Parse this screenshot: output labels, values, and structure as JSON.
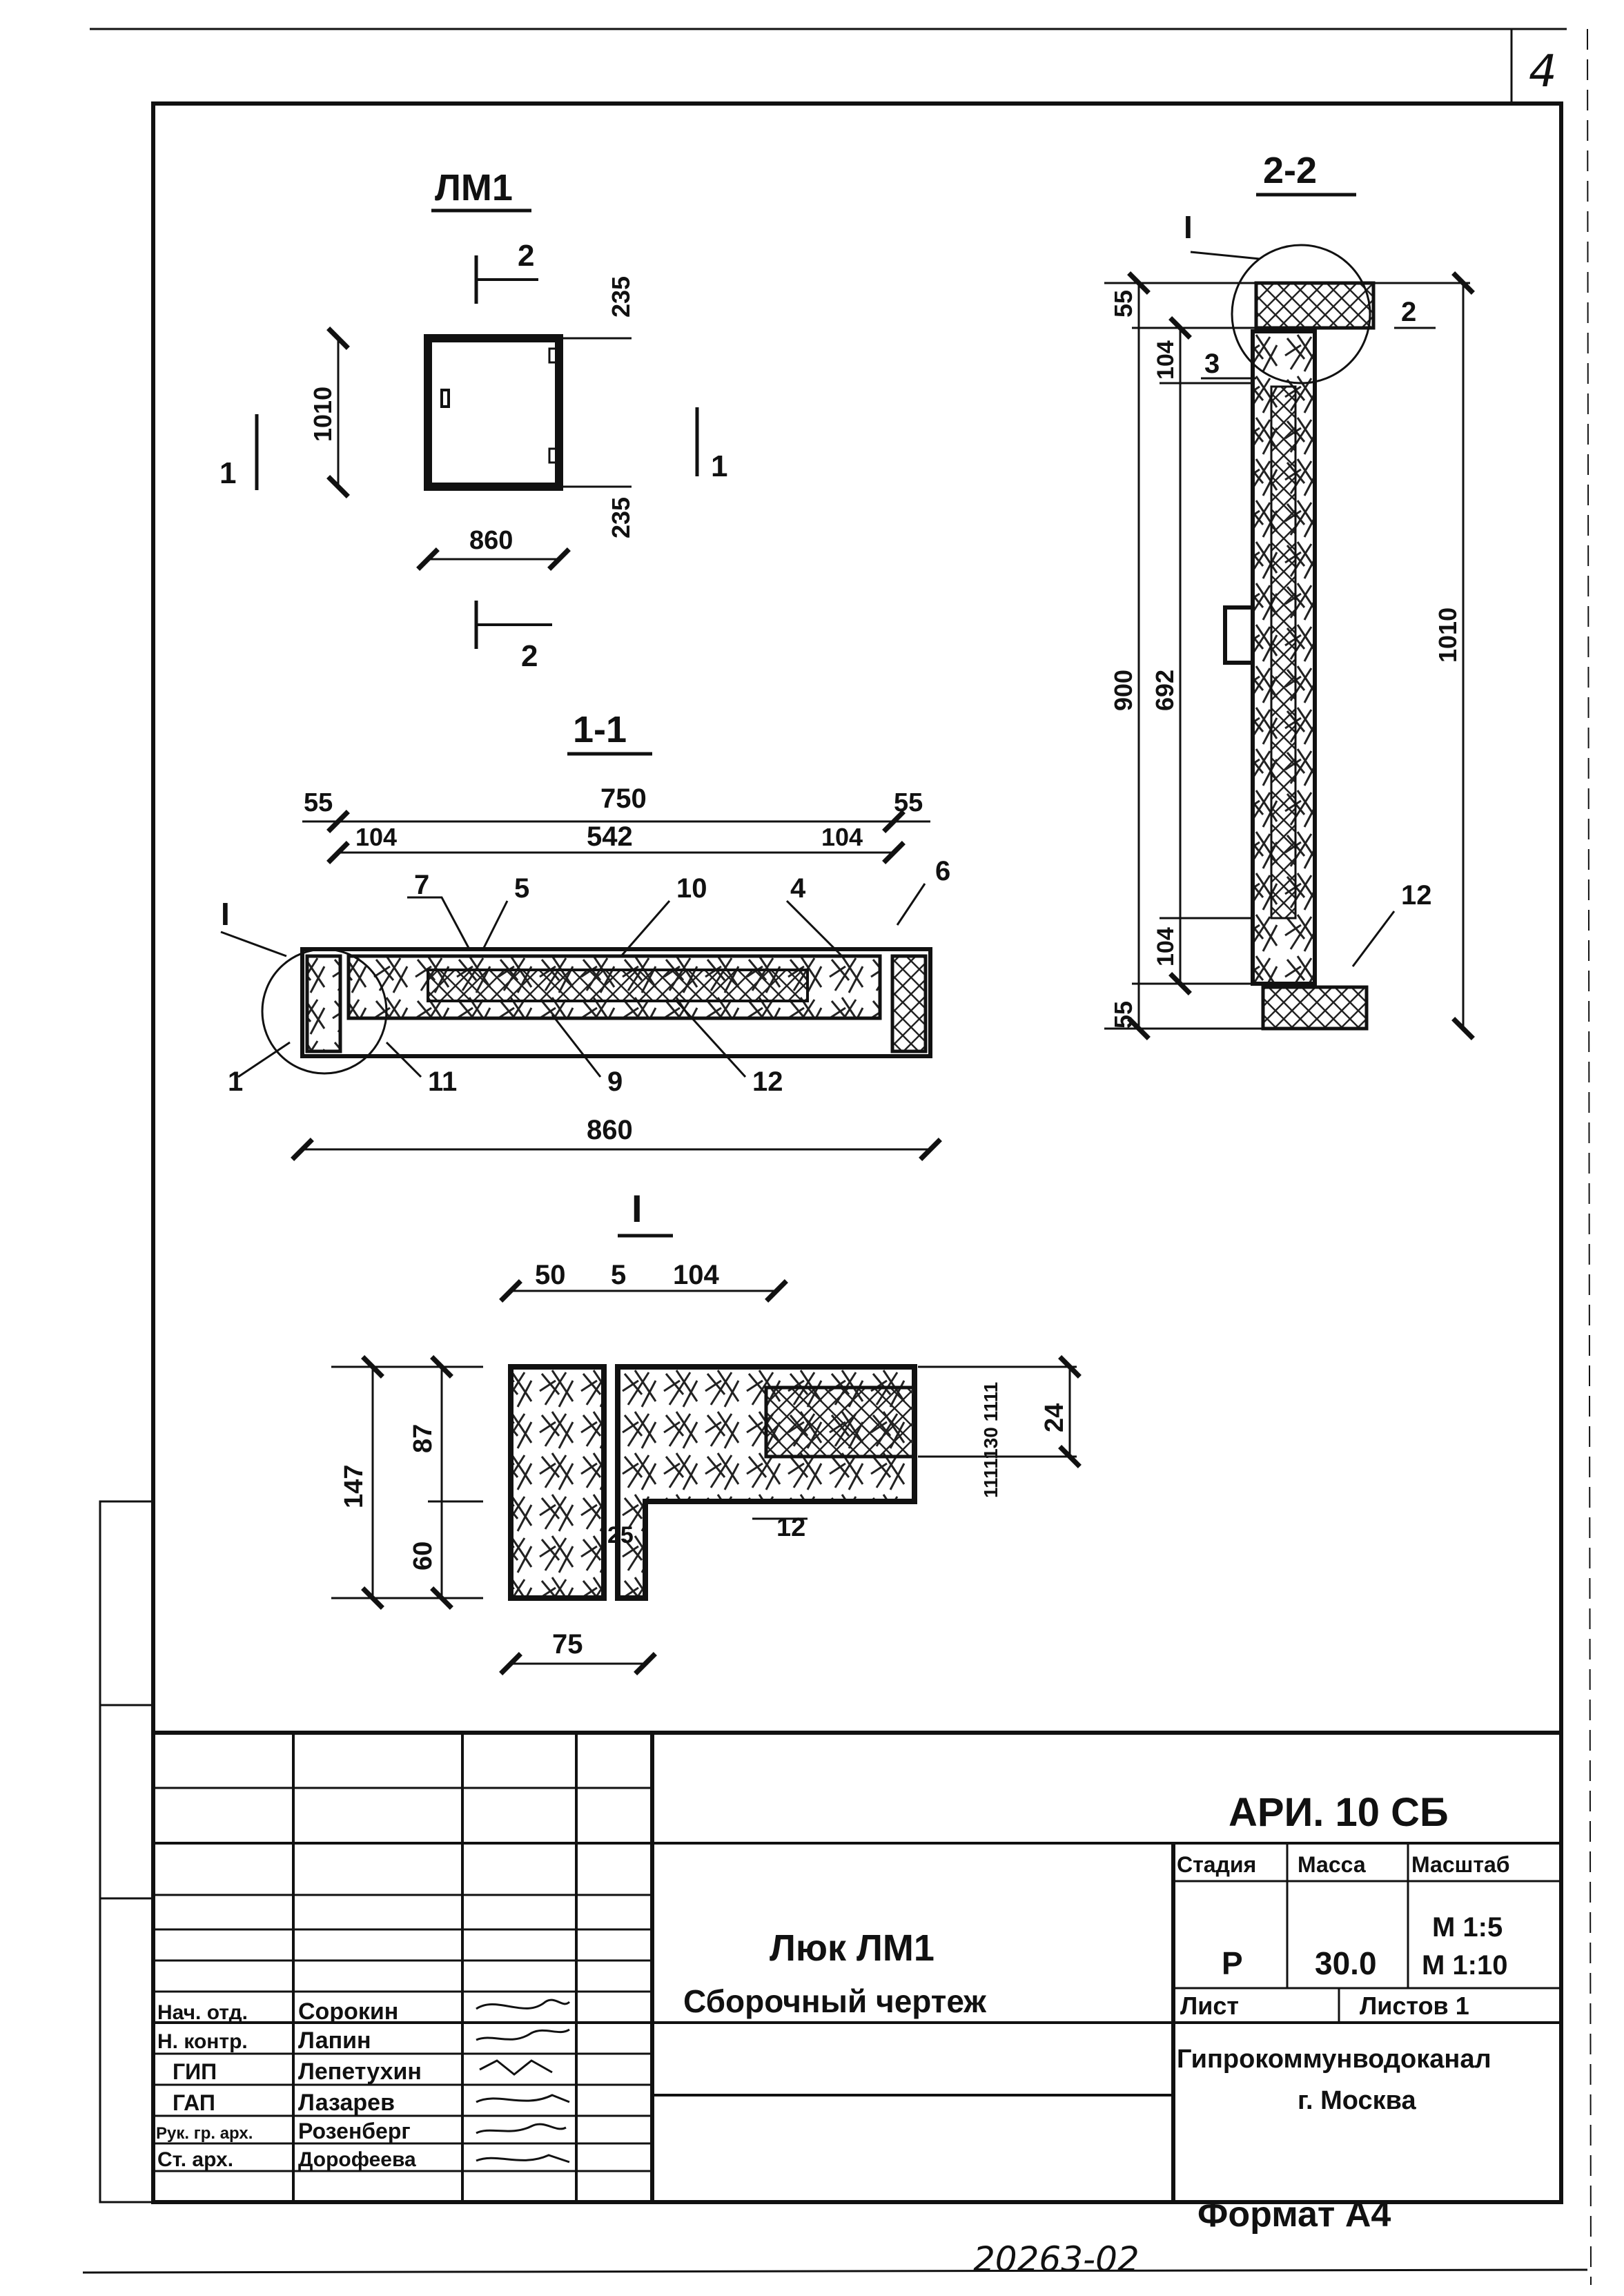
{
  "page_number": "4",
  "views": {
    "plan": {
      "title": "ЛМ1",
      "section_mark_a": "2",
      "section_mark_b": "2",
      "section_mark_side": "1",
      "dim_height": "1010",
      "dim_width": "860",
      "dim_top": "235",
      "dim_bottom": "235"
    },
    "section_1_1": {
      "title": "1-1",
      "dim_left_edge": "55",
      "dim_right_edge": "55",
      "dim_overall_inner": "750",
      "dim_left_inner": "104",
      "dim_middle": "542",
      "dim_right_inner": "104",
      "dim_bottom": "860",
      "callout_node": "I",
      "callouts": [
        "7",
        "5",
        "10",
        "4",
        "6",
        "1",
        "11",
        "9",
        "12"
      ]
    },
    "section_2_2": {
      "title": "2-2",
      "callout_node": "I",
      "callout_2": "2",
      "callout_3": "3",
      "callout_12": "12",
      "dim_top": "55",
      "dim_top_inner": "104",
      "dim_mid": "692",
      "dim_total_inner": "900",
      "dim_bottom_inner": "104",
      "dim_bottom": "55",
      "dim_overall": "1010"
    },
    "node_I": {
      "title": "I",
      "dim_50": "50",
      "dim_5": "5",
      "dim_104": "104",
      "dim_147": "147",
      "dim_87": "87",
      "dim_60": "60",
      "dim_75": "75",
      "dim_25": "25",
      "dim_12": "12",
      "dim_24": "24",
      "dim_stack": "1111130 1111"
    }
  },
  "title_block": {
    "document_code": "АРИ. 10 СБ",
    "product_name": "Люк ЛМ1",
    "drawing_type": "Сборочный чертеж",
    "stage_header": "Стадия",
    "mass_header": "Масса",
    "scale_header": "Масштаб",
    "stage_value": "Р",
    "mass_value": "30.0",
    "scale_value_1": "М 1:5",
    "scale_value_2": "М 1:10",
    "sheet_label": "Лист",
    "sheets_label": "Листов 1",
    "organization": "Гипрокоммунводоканал",
    "city": "г. Москва",
    "roles": [
      {
        "role": "Нач. отд.",
        "name": "Сорокин"
      },
      {
        "role": "Н. контр.",
        "name": "Лапин"
      },
      {
        "role": "ГИП",
        "name": "Лепетухин"
      },
      {
        "role": "ГАП",
        "name": "Лазарев"
      },
      {
        "role": "Рук. гр. арх.",
        "name": "Розенберг"
      },
      {
        "role": "Ст. арх.",
        "name": "Дорофеева"
      }
    ]
  },
  "format_label": "Формат А4",
  "inventory_number": "20263-02"
}
